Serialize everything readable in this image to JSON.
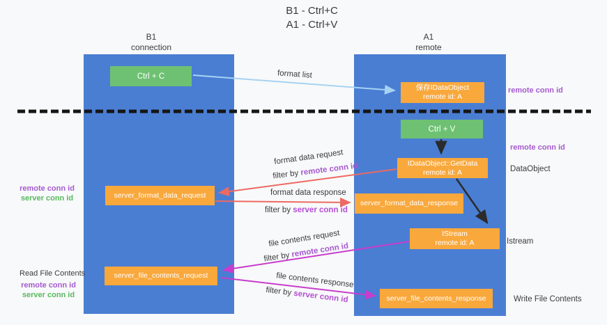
{
  "title": {
    "line1": "B1 - Ctrl+C",
    "line2": "A1 - Ctrl+V"
  },
  "lifelines": {
    "left": {
      "name": "B1",
      "role": "connection"
    },
    "right": {
      "name": "A1",
      "role": "remote"
    }
  },
  "boxes": {
    "ctrl_c": {
      "label": "Ctrl + C"
    },
    "ctrl_v": {
      "label": "Ctrl + V"
    },
    "save_dataobject": {
      "line1": "保存IDataObject",
      "line2": "remote id: A"
    },
    "getdata": {
      "line1": "IDataObject::GetData",
      "line2": "remote id: A"
    },
    "istream": {
      "line1": "IStream",
      "line2": "remote id: A"
    },
    "server_format_data_request": {
      "label": "server_format_data_request"
    },
    "server_format_data_response": {
      "label": "server_format_data_response"
    },
    "server_file_contents_request": {
      "label": "server_file_contents_request"
    },
    "server_file_contents_response": {
      "label": "server_file_contents_response"
    }
  },
  "arrow_labels": {
    "format_list": "format list",
    "format_data_request": "format data request",
    "format_data_response": "format data response",
    "file_contents_request": "file contents request",
    "file_contents_response": "file contents response",
    "filter_by": "filter by ",
    "remote_conn_id": "remote conn id",
    "server_conn_id": "server conn id"
  },
  "side_labels": {
    "right_top_remote_conn_id": "remote conn id",
    "right_mid_remote_conn_id": "remote conn id",
    "dataobject": "DataObject",
    "istream": "Istream",
    "write_file_contents": "Write File Contents",
    "read_file_contents": "Read File Contents",
    "left_remote_conn_id": "remote conn id",
    "left_server_conn_id": "server conn id",
    "left2_remote_conn_id": "remote conn id",
    "left2_server_conn_id": "server conn id"
  },
  "colors": {
    "lifeline_blue": "#4a7ed3",
    "box_green": "#6ec172",
    "box_orange": "#f9a83c",
    "arrow_red": "#ed6a62",
    "arrow_magenta": "#c83ccc",
    "arrow_light_blue": "#a6d3f2",
    "arrow_black": "#2b2b2b",
    "text_purple": "#a55ad0",
    "text_magenta": "#b44fd4",
    "text_green": "#58b95e",
    "text_dark": "#3c3c3c"
  }
}
